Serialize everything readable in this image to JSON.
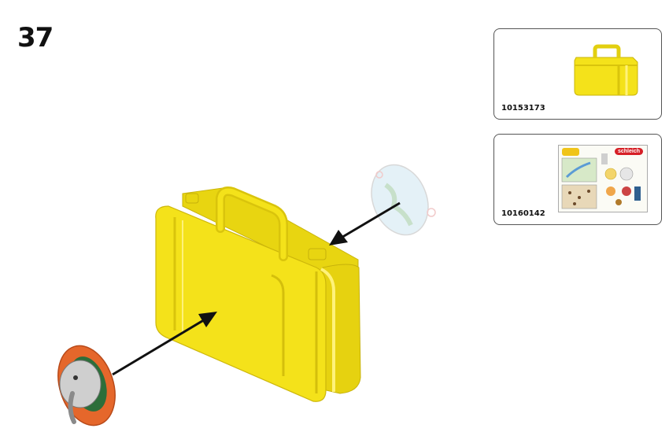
{
  "step": {
    "number": "37"
  },
  "parts": [
    {
      "id": "10153173",
      "icon": "yellow-case-icon"
    },
    {
      "id": "10160142",
      "icon": "sticker-sheet-icon"
    }
  ],
  "sticker_sheet": {
    "brand": "schleich"
  },
  "colors": {
    "case_yellow": "#f4e21a",
    "case_shade": "#d9c40c",
    "arrow": "#111111",
    "frame": "#555555"
  }
}
